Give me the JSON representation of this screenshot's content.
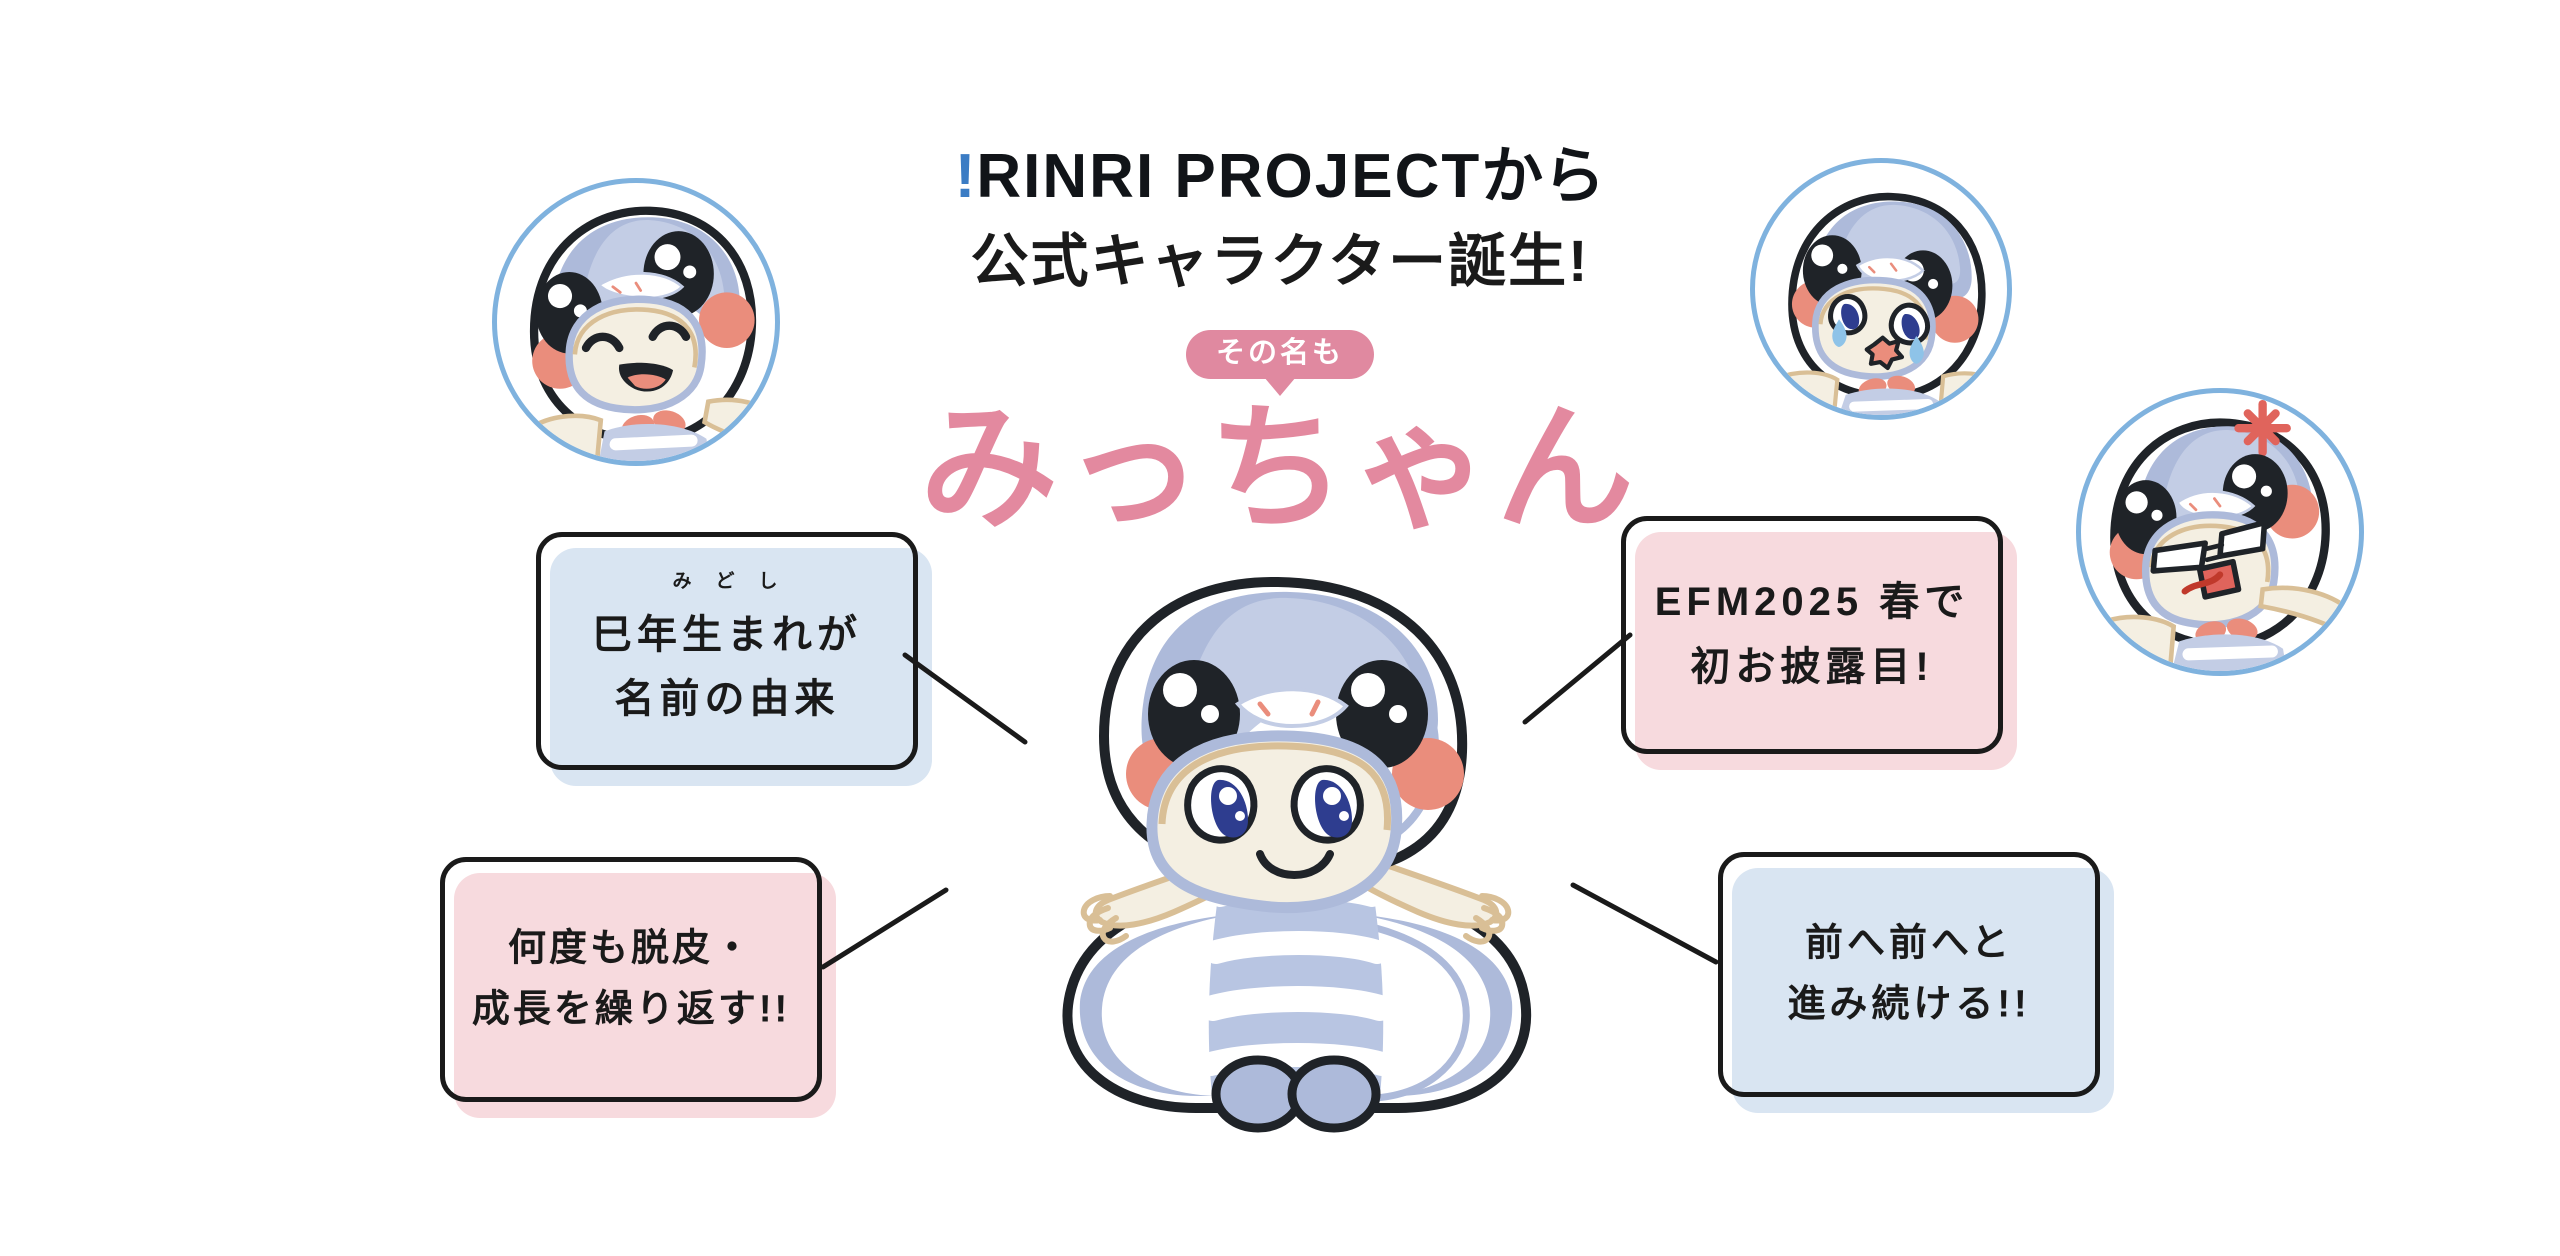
{
  "page": {
    "background_color": "#ffffff",
    "accent_blue": "#3b7cc4",
    "accent_pink": "#e3899f",
    "badge_pink": "#e089a0",
    "bubble_blue_fill": "#d9e5f2",
    "bubble_pink_fill": "#f7dade",
    "outline_color": "#1a1a1a",
    "avatar_ring_color": "#7fb2de"
  },
  "header": {
    "logo_bang": "!",
    "logo_main": "RINRI PROJECT",
    "logo_suffix": "から",
    "subtitle": "公式キャラクター誕生!",
    "badge_label": "その名も",
    "character_name": "みっちゃん"
  },
  "bubbles": [
    {
      "id": "origin-of-name",
      "style": "blue",
      "ruby": "みどし",
      "text": "巳年生まれが\n名前の由来"
    },
    {
      "id": "debut-event",
      "style": "pink",
      "text": "EFM2025 春で\n初お披露目!"
    },
    {
      "id": "molting-growth",
      "style": "pink",
      "text": "何度も脱皮・\n成長を繰り返す!!"
    },
    {
      "id": "moving-forward",
      "style": "blue",
      "text": "前へ前へと\n進み続ける!!"
    }
  ],
  "avatars": [
    {
      "id": "avatar-happy",
      "expression": "happy-winking-smile"
    },
    {
      "id": "avatar-crying",
      "expression": "crying-with-tears"
    },
    {
      "id": "avatar-angry",
      "expression": "angry-with-anger-mark"
    }
  ],
  "mascot": {
    "id": "mascot-mitchan",
    "description": "snake character in hood, sitting, arms open",
    "colors": {
      "hood_blue": "#adbada",
      "body_light": "#ffffff",
      "face_cream": "#f4efe2",
      "eye_blue": "#2e3d8f",
      "cheek": "#ea8d7c",
      "outline": "#1f2328"
    }
  }
}
